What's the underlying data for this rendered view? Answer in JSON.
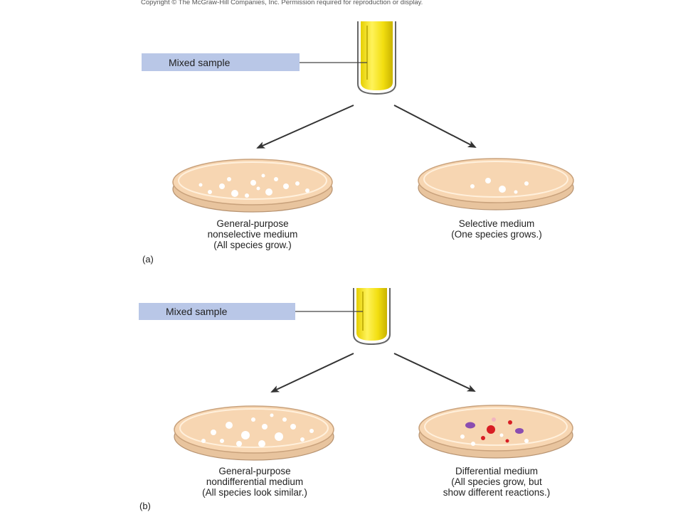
{
  "copyright": "Copyright © The McGraw-Hill Companies, Inc. Permission required for reproduction or display.",
  "panel_a": {
    "label": "(a)",
    "sample_label": "Mixed sample",
    "left_caption": [
      "General-purpose",
      "nonselective medium",
      "(All species grow.)"
    ],
    "right_caption": [
      "Selective medium",
      "(One species grows.)"
    ]
  },
  "panel_b": {
    "label": "(b)",
    "sample_label": "Mixed sample",
    "left_caption": [
      "General-purpose",
      "nondifferential medium",
      "(All species look similar.)"
    ],
    "right_caption": [
      "Differential medium",
      "(All species grow, but",
      "show different reactions.)"
    ]
  },
  "colors": {
    "label_box": "#b9c7e7",
    "tube_fill": "#f3e012",
    "agar": "#f7d6b2",
    "colony": "#ffffff",
    "colony_red": "#d81e24",
    "colony_purple": "#8b4db0"
  }
}
